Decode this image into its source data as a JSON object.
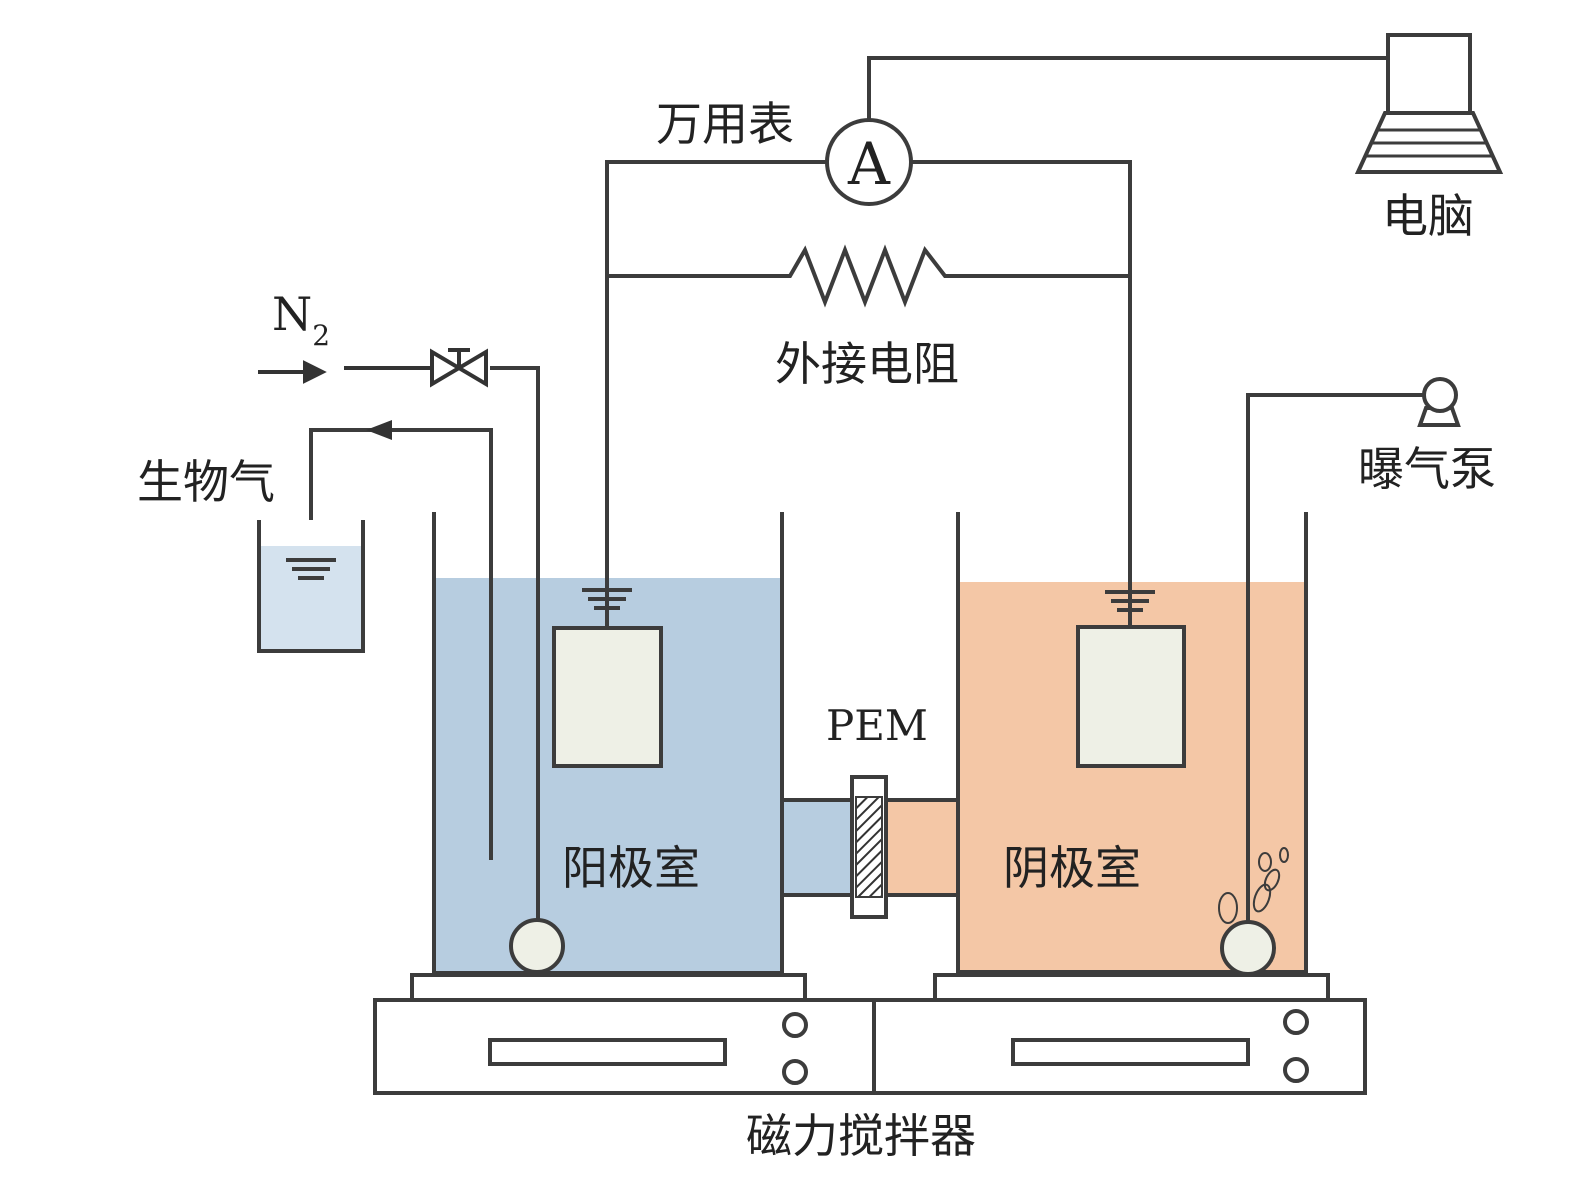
{
  "labels": {
    "multimeter": "万用表",
    "multimeter_symbol": "A",
    "computer": "电脑",
    "resistor": "外接电阻",
    "nitrogen": "N",
    "nitrogen_sub": "2",
    "biogas": "生物气",
    "aeration_pump": "曝气泵",
    "pem": "PEM",
    "anode_chamber": "阳极室",
    "cathode_chamber": "阴极室",
    "magnetic_stirrer": "磁力搅拌器"
  },
  "colors": {
    "anode_liquid": "#b7cde0",
    "cathode_liquid": "#f4c7a6",
    "electrode": "#eef0e6",
    "stroke": "#3c3c3c",
    "vessel_liquid": "#d4e2ee"
  }
}
